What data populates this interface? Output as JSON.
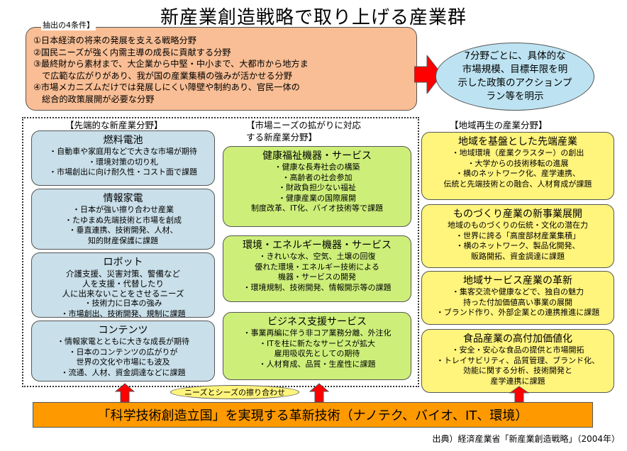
{
  "title": "新産業創造戦略で取り上げる産業群",
  "conditions": {
    "label": "抽出の4条件】",
    "items": [
      "①日本経済の将来の発展を支える戦略分野",
      "②国民ニーズが強く内需主導の成長に貢献する分野",
      "③最終財から素材まで、大企業から中堅・中小まで、大都市から地方ま",
      "で広範な広がりがあり、我が国の産業集積の強みが活かせる分野",
      "④市場メカニズムだけでは発展しにくい障壁や制約あり、官民一体の",
      "総合的政策展開が必要な分野"
    ]
  },
  "outcome": "7分野ごとに、具体的な\n市場規模、目標年限を明\n示した政策のアクションプ\nラン等を明示",
  "columns": {
    "advanced": {
      "heading": "【先端的な新産業分野】",
      "boxes": [
        {
          "title": "燃料電池",
          "lines": [
            "・自動車や家庭用などで大きな市場が期待",
            "・環境対策の切り札",
            "・市場創出に向け耐久性・コスト面で課題"
          ]
        },
        {
          "title": "情報家電",
          "lines": [
            "・日本が強い擦り合わせ産業",
            "・たゆまぬ先端技術と市場を創成",
            "・垂直連携、技術開発、人材、",
            "知的財産保護に課題"
          ]
        },
        {
          "title": "ロボット",
          "lines": [
            "介護支援、災害対策、警備など",
            "人を支援・代替したり",
            "人に出来ないことをさせるニーズ",
            "・技術力に日本の強み",
            "・市場創出、技術開発、規制に課題"
          ]
        },
        {
          "title": "コンテンツ",
          "lines": [
            "・情報家電とともに大きな成長が期待",
            "・日本のコンテンツの広がりが",
            "世界の文化や市場にも波及",
            "・流通、人材、資金調達などに課題"
          ]
        }
      ]
    },
    "market": {
      "heading": "【市場ニーズの拡がりに対応\nする新産業分野】",
      "boxes": [
        {
          "title": "健康福祉機器・サービス",
          "lines": [
            "・健康な長寿社会の構築",
            "・高齢者の社会参加",
            "・財政負担少ない福祉",
            "・健康産業の国際展開",
            "制度改革、IT化、バイオ技術等で課題"
          ]
        },
        {
          "title": "環境・エネルギー機器・サービス",
          "lines": [
            "・きれいな水、空気、土壌の回復",
            "優れた環境・エネルギー技術による",
            "機器・サービスの開発",
            "・環境規制、技術開発、情報開示等の課題"
          ]
        },
        {
          "title": "ビジネス支援サービス",
          "lines": [
            "・事業再編に伴う非コア業務分離、外注化",
            "・ITを柱に新たなサービスが拡大",
            "雇用吸収先としての期待",
            "・人材育成、品質・生産性に課題"
          ]
        }
      ]
    },
    "regional": {
      "heading": "【地域再生の産業分野】",
      "boxes": [
        {
          "title": "地域を基盤とした先端産業",
          "lines": [
            "・地域環境（産業クラスター）の創出",
            "・大学からの技術移転の進展",
            "・横のネットワーク化、産学連携、",
            "伝統と先端技術との融合、人材育成が課題"
          ]
        },
        {
          "title": "ものづくり産業の新事業展開",
          "lines": [
            "地域のものづくりの伝統・文化の潜在力",
            "・世界に誇る「高度部材産業集積」",
            "・横のネットワーク、製品化開発、",
            "販路開拓、資金調達に課題"
          ]
        },
        {
          "title": "地域サービス産業の革新",
          "lines": [
            "・集客交流や健康などで、独自の魅力",
            "持った付加価値高い事業の展開",
            "・ブランド作り、外部企業との連携推進に課題"
          ]
        },
        {
          "title": "食品産業の高付加価値化",
          "lines": [
            "・安全・安心な食品の提供と市場開拓",
            "・トレイサビリティ、品質管理、ブランド化、",
            "効能に関する分析、技術開発と",
            "産学連携に課題"
          ]
        }
      ]
    }
  },
  "matching": "ニーズとシーズの擦り合わせ",
  "bottom": "「科学技術創造立国」を実現する革新技術（ナノテク、バイオ、IT、環境）",
  "source": "出典）経済産業省「新産業創造戦略」（2004年）",
  "colors": {
    "conditions": "#f9be95",
    "outcome": "#bde3f2",
    "advanced": "#c9dfe9",
    "market": "#cdef7a",
    "regional": "#fff47c",
    "arrow": "#ff0000",
    "bottom": "#ff9900"
  }
}
